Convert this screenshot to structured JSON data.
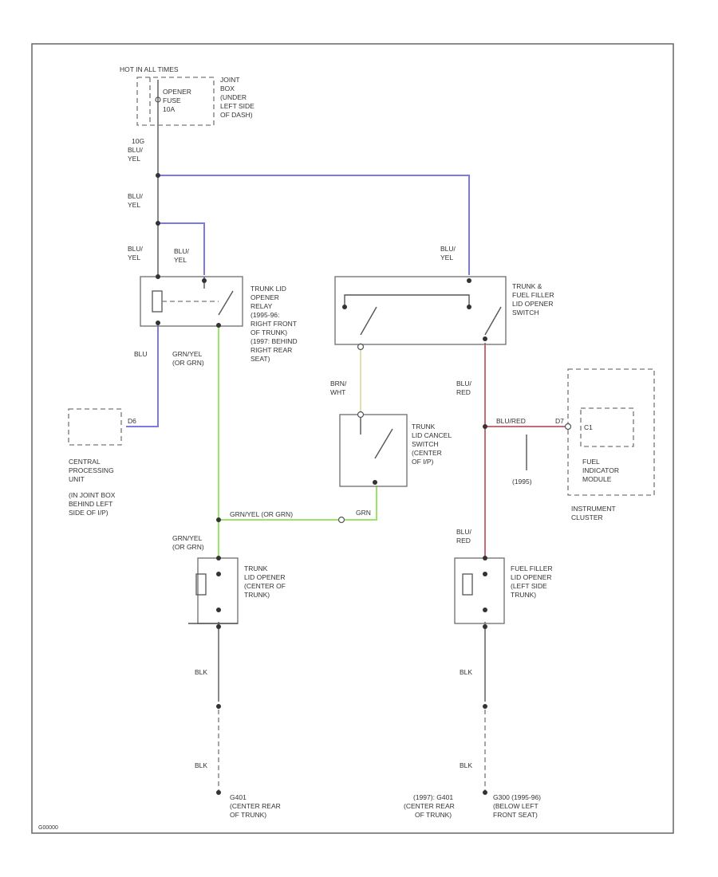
{
  "colors": {
    "blu": "#7a7ae6",
    "grn": "#9ae66a",
    "red": "#c86a72",
    "yel": "#e0e0a8",
    "wire": "#555555",
    "border": "#666666"
  },
  "labels": {
    "hot_in": "HOT IN ALL TIMES",
    "fuse": [
      "OPENER",
      "FUSE",
      "10A"
    ],
    "junction": [
      "JOINT",
      "BOX",
      "(UNDER",
      "LEFT SIDE",
      "OF DASH)"
    ],
    "wire_blu_yel_10a": [
      "10G",
      "BLU/",
      "YEL"
    ],
    "wire_blu_yel_1": [
      "BLU/",
      "YEL"
    ],
    "wire_blu_yel_2": [
      "BLU/",
      "YEL"
    ],
    "wire_blu_yel_relay": [
      "BLU/",
      "YEL"
    ],
    "wire_blu_yel_switch": [
      "BLU/",
      "YEL"
    ],
    "trunk_relay": [
      "TRUNK LID",
      "OPENER",
      "RELAY",
      "(1995-96:",
      "RIGHT FRONT",
      "OF TRUNK)",
      "(1997: BEHIND",
      "RIGHT REAR",
      "SEAT)"
    ],
    "fuel_switch": [
      "TRUNK &",
      "FUEL FILLER",
      "LID OPENER",
      "SWITCH"
    ],
    "wire_blu": "BLU",
    "wire_grn_yel": [
      "GRN/YEL",
      "(OR GRN)"
    ],
    "wire_brn_wht": [
      "BRN/",
      "WHT"
    ],
    "wire_blu_red": [
      "BLU/",
      "RED"
    ],
    "wire_blu_red_h": "BLU/RED",
    "wire_blu_red_2": [
      "BLU/",
      "RED"
    ],
    "cpu": [
      "CENTRAL",
      "PROCESSING",
      "UNIT",
      "(IN JOINT BOX",
      "BEHIND LEFT",
      "SIDE OF I/P)"
    ],
    "cancel_switch": [
      "TRUNK",
      "LID CANCEL",
      "SWITCH",
      "(CENTER",
      "OF I/P)"
    ],
    "fuel_module": [
      "FUEL",
      "INDICATOR",
      "MODULE"
    ],
    "cluster": [
      "INSTRUMENT",
      "CLUSTER"
    ],
    "note_1995": "(1995)",
    "wire_grn_yel_h": "GRN/YEL (OR GRN)",
    "wire_grn": "GRN",
    "wire_grn_yel_2": [
      "GRN/YEL",
      "(OR GRN)"
    ],
    "trunk_opener": [
      "TRUNK",
      "LID OPENER",
      "(CENTER OF",
      "TRUNK)"
    ],
    "fuel_opener": [
      "FUEL FILLER",
      "LID OPENER",
      "(LEFT SIDE",
      "TRUNK)"
    ],
    "blk_1": "BLK",
    "blk_2": "BLK",
    "blk_3": "BLK",
    "blk_4": "BLK",
    "ground_left": [
      "G401",
      "(CENTER REAR",
      "OF TRUNK)"
    ],
    "ground_mid": [
      "(1997): G401",
      "(CENTER REAR",
      "OF TRUNK)"
    ],
    "ground_right": [
      "G300    (1995-96)",
      "(BELOW LEFT",
      "FRONT SEAT)"
    ],
    "pin_cpu": "D6",
    "pin_fuel": "D7",
    "pin_fuel_module": "C1",
    "figure_id": "G00000"
  }
}
